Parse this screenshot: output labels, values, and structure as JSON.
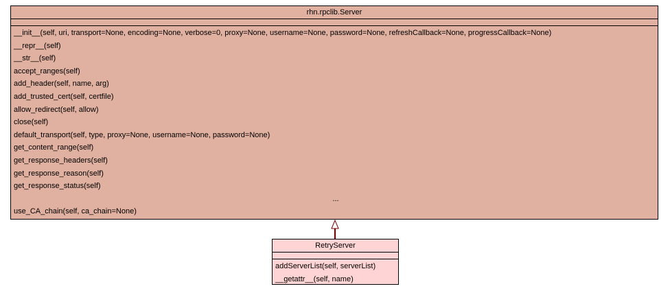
{
  "colors": {
    "base_class_fill": "#e0b0a0",
    "derived_class_fill": "#ffd4d4",
    "border": "#000000",
    "inheritance_line": "#7f0000"
  },
  "base_class": {
    "name": "rhn.rpclib.Server",
    "methods": [
      "__init__(self, uri, transport=None, encoding=None, verbose=0, proxy=None, username=None, password=None, refreshCallback=None, progressCallback=None)",
      "__repr__(self)",
      "__str__(self)",
      "accept_ranges(self)",
      "add_header(self, name, arg)",
      "add_trusted_cert(self, certfile)",
      "allow_redirect(self, allow)",
      "close(self)",
      "default_transport(self, type, proxy=None, username=None, password=None)",
      "get_content_range(self)",
      "get_response_headers(self)",
      "get_response_reason(self)",
      "get_response_status(self)"
    ],
    "ellipsis": "...",
    "last_method": "use_CA_chain(self, ca_chain=None)"
  },
  "derived_class": {
    "name": "RetryServer",
    "methods": [
      "addServerList(self, serverList)",
      "__getattr__(self, name)"
    ]
  }
}
